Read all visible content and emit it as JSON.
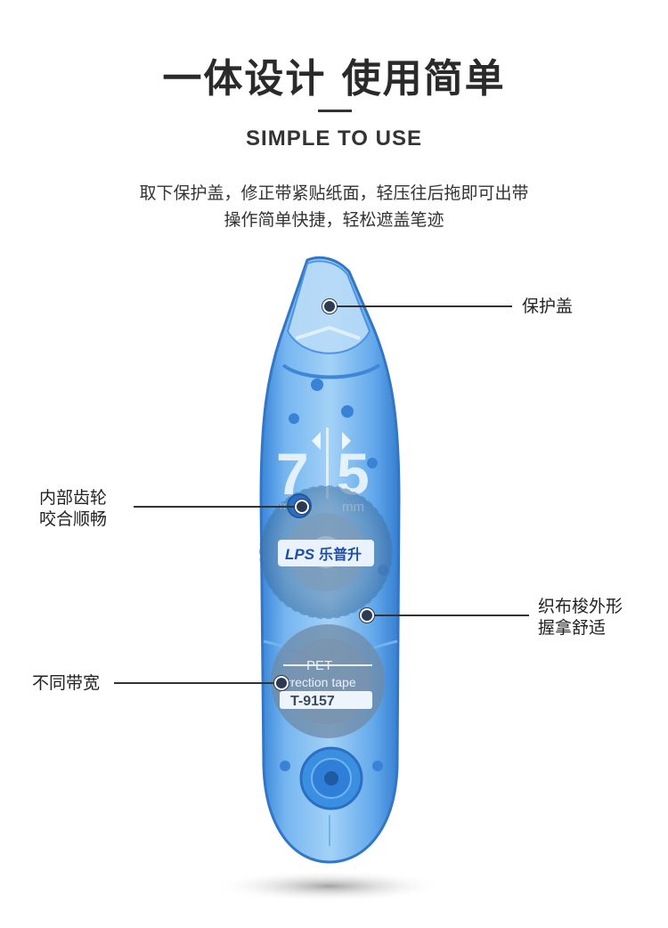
{
  "header": {
    "title": "一体设计 使用简单",
    "subtitle": "SIMPLE TO USE",
    "desc_line1": "取下保护盖，修正带紧贴纸面，轻压往后拖即可出带",
    "desc_line2": "操作简单快捷，轻松遮盖笔迹"
  },
  "callouts": {
    "cap": "保护盖",
    "gear_line1": "内部齿轮",
    "gear_line2": "咬合顺畅",
    "shape_line1": "织布梭外形",
    "shape_line2": "握拿舒适",
    "width": "不同带宽"
  },
  "product": {
    "size_main": "7",
    "size_sub": "5",
    "size_unit_left": "mm",
    "size_unit_right": "mm",
    "brand_logo": "LPS",
    "brand_name": "乐普升",
    "tape_material": "PET",
    "tape_text": "orrection tape",
    "model": "T-9157"
  },
  "colors": {
    "body_blue": "#3b8fe0",
    "body_light": "#8fc4f2",
    "label_bg": "#eaf2ff"
  }
}
